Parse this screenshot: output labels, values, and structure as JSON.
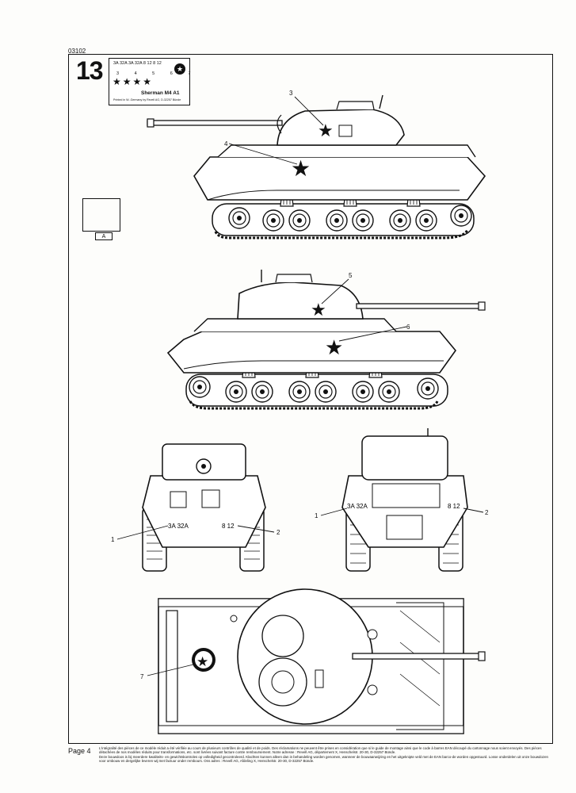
{
  "header": {
    "doc_code": "03102",
    "step_number": "13"
  },
  "decal_panel": {
    "codes": "3A 32A   3A 32A   8 12   8 12",
    "numbers": "3 4 5 6 7",
    "stars": "★★★★",
    "roundel": "★",
    "title": "Sherman M4 A1",
    "print_note": "Printed in W.-Germany by Revell AG, D-32257 Bünde"
  },
  "paint": {
    "code": "A"
  },
  "callouts": {
    "c1a": "1",
    "c2a": "2",
    "c1b": "1",
    "c2b": "2",
    "c3": "3",
    "c4": "4",
    "c5": "5",
    "c6": "6",
    "c7": "7"
  },
  "markings": {
    "front_left": "3A 32A",
    "front_right": "8 12",
    "rear_left": "3A 32A",
    "rear_right": "8 12"
  },
  "footer": {
    "page_label": "Page 4",
    "line1": "L'intégralité des pièces de ce modèle réduit a été vérifiée au cours de plusieurs contrôles de qualité et de poids. Des réclamations ne peuvent être prises en considération que si le guide de montage ainsi que le code à barres EAN découpé du cartonnage nous soient envoyés. Des pièces détachées de nos modèles réduits pour transformations, etc. sont livrées suivant facture contre remboursement. Notre adresse : Revell AG, département X, Henschelstr. 20-30, D-32257 Bünde.",
    "line2": "Deze bouwdoos is bij meerdere kwaliteits- en gewichtskontroles op volledigheid gecontroleerd. Klachten kunnen alleen dan in behandeling worden genomen, wanneer de bouwaanwijzing en het uitgeknipte veld met de EAN barco-de worden opgestuurd. Losse onderdelen uit onze bouwdozen voor ombouw en dergelijke leveren wij met factuur onder rembours. Ons adres : Revell AG, Afdeling X, Henschelstr. 20-30, D-32257 Bünde."
  }
}
